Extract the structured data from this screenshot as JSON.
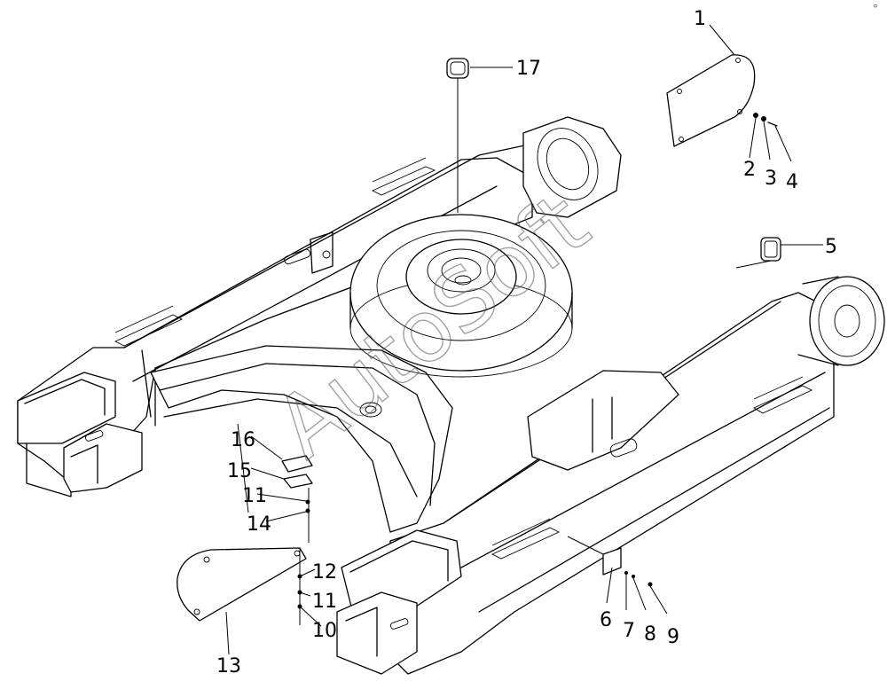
{
  "watermark": "AutoSoft",
  "corner_mark": "°",
  "callouts": [
    {
      "id": "1",
      "label": "1"
    },
    {
      "id": "2",
      "label": "2"
    },
    {
      "id": "3",
      "label": "3"
    },
    {
      "id": "4",
      "label": "4"
    },
    {
      "id": "5",
      "label": "5"
    },
    {
      "id": "6",
      "label": "6"
    },
    {
      "id": "7",
      "label": "7"
    },
    {
      "id": "8",
      "label": "8"
    },
    {
      "id": "9",
      "label": "9"
    },
    {
      "id": "10",
      "label": "10"
    },
    {
      "id": "11a",
      "label": "11"
    },
    {
      "id": "11b",
      "label": "11"
    },
    {
      "id": "12",
      "label": "12"
    },
    {
      "id": "13",
      "label": "13"
    },
    {
      "id": "14",
      "label": "14"
    },
    {
      "id": "15",
      "label": "15"
    },
    {
      "id": "16",
      "label": "16"
    },
    {
      "id": "17",
      "label": "17"
    }
  ]
}
